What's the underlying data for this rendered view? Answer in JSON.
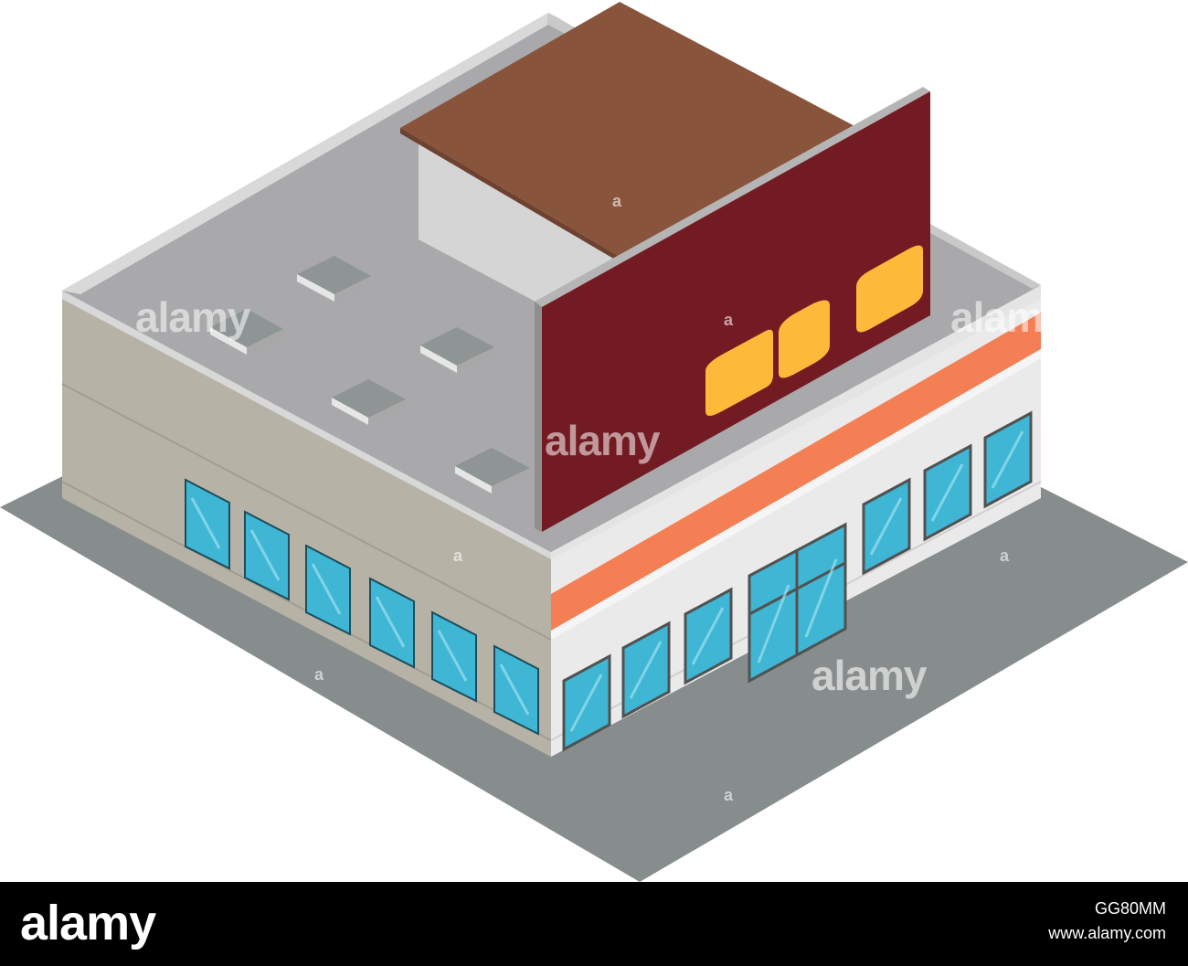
{
  "watermark": {
    "text": "alamy",
    "mark": "a"
  },
  "footer": {
    "brand": "alamy",
    "image_id": "GG80MM",
    "site": "www.alamy.com"
  },
  "colors": {
    "ground": "#878d8d",
    "roof": "#a9a8ab",
    "wall_left": "#b6b3a6",
    "wall_right": "#eaeaea",
    "stripe": "#f47f55",
    "billboard": "#731b22",
    "billboard_lights": "#fdb939",
    "rooftop_block": "#88543c",
    "glass": "#3fb6d4"
  }
}
